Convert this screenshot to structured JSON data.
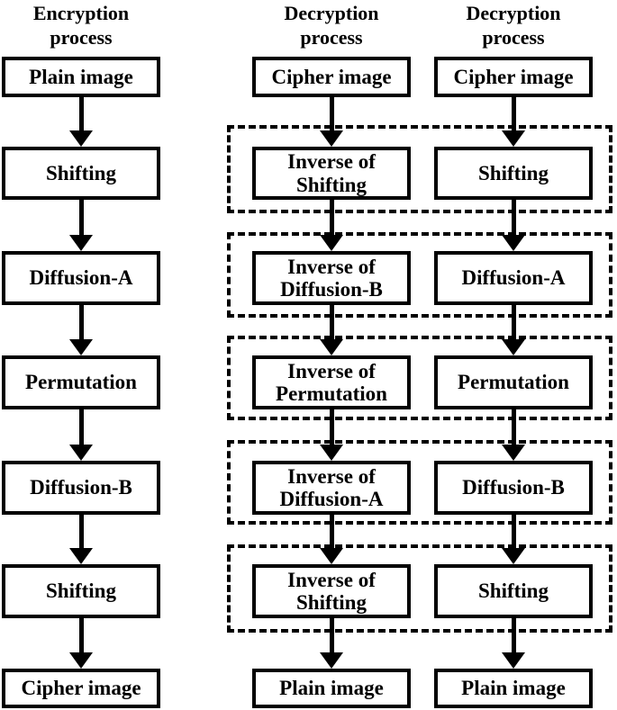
{
  "colors": {
    "ink": "#000000",
    "background": "#ffffff",
    "box_fill": "#ffffff"
  },
  "columns": [
    {
      "id": "encryption",
      "title": "Encryption\nprocess",
      "steps": [
        "Plain image",
        "Shifting",
        "Diffusion-A",
        "Permutation",
        "Diffusion-B",
        "Shifting",
        "Cipher image"
      ]
    },
    {
      "id": "decryption-inverse",
      "title": "Decryption\nprocess",
      "steps": [
        "Cipher image",
        "Inverse of\nShifting",
        "Inverse of\nDiffusion-B",
        "Inverse of\nPermutation",
        "Inverse of\nDiffusion-A",
        "Inverse of\nShifting",
        "Plain image"
      ]
    },
    {
      "id": "decryption-equivalent",
      "title": "Decryption\nprocess",
      "steps": [
        "Cipher image",
        "Shifting",
        "Diffusion-A",
        "Permutation",
        "Diffusion-B",
        "Shifting",
        "Plain image"
      ]
    }
  ]
}
